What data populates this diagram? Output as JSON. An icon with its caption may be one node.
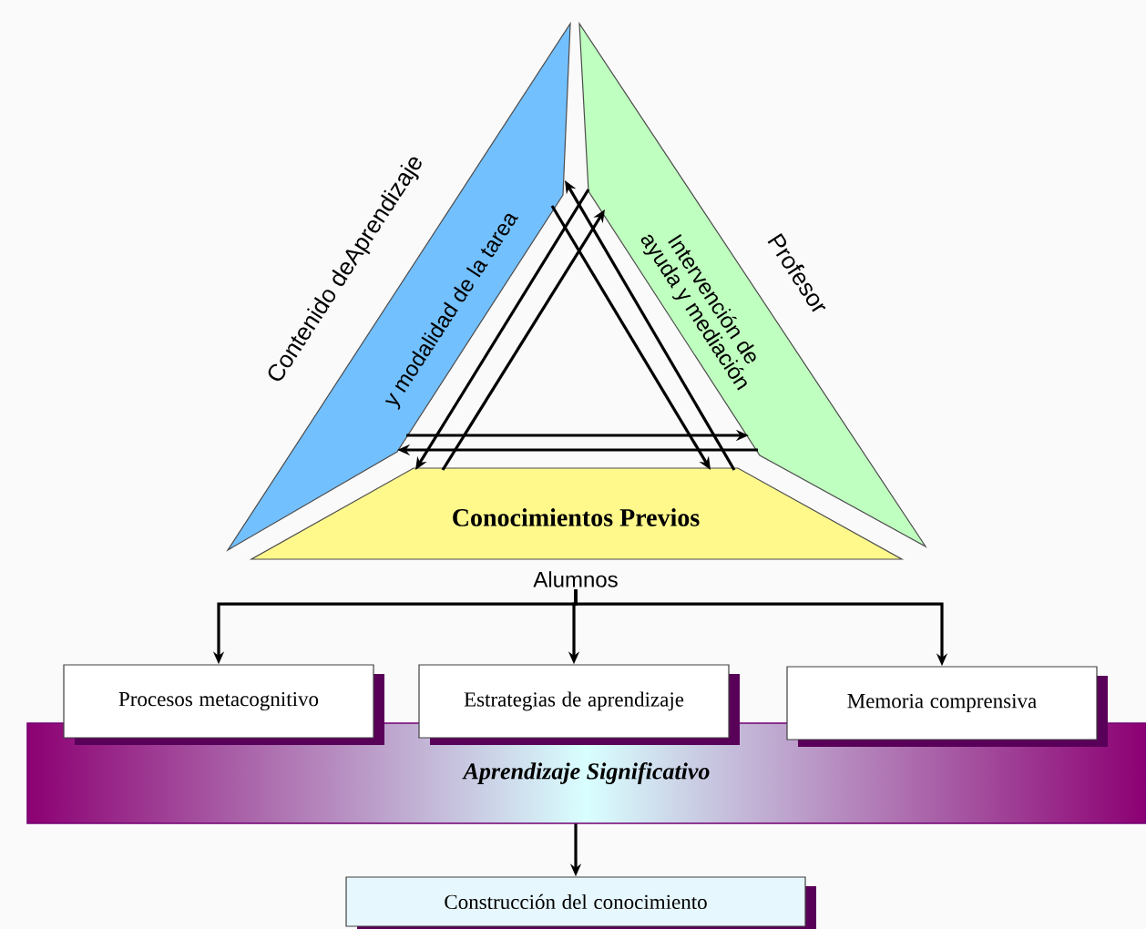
{
  "diagram": {
    "nodes": [
      {
        "text": [
          "y modalidad de la tarea"
        ],
        "beside": [
          "Contenido deAprendizaje"
        ]
      },
      {
        "text": [
          "Intervención de ayuda y mediación"
        ],
        "beside": [
          "Profesor"
        ]
      },
      {
        "text": [
          "Conocimientos Previos"
        ],
        "beside": [
          "Alumnos"
        ]
      },
      {
        "text": [
          "Aprendizaje Significativo"
        ]
      },
      {
        "text": [
          "Procesos metacognitivo"
        ]
      },
      {
        "text": [
          "Estrategias de aprendizaje"
        ]
      },
      {
        "text": [
          "Memoria comprensiva"
        ]
      },
      {
        "text": [
          "Construcción del conocimiento"
        ]
      }
    ],
    "edges": [
      {
        "from": 0,
        "to": 1,
        "arrow": "to"
      },
      {
        "from": 1,
        "to": 0,
        "arrow": "to"
      },
      {
        "from": 1,
        "to": 2,
        "arrow": "to"
      },
      {
        "from": 2,
        "to": 1,
        "arrow": "to"
      },
      {
        "from": 0,
        "to": 2,
        "arrow": "to"
      },
      {
        "from": 2,
        "to": 0,
        "arrow": "to"
      },
      {
        "from": 2,
        "to": 4,
        "arrow": "to"
      },
      {
        "from": 2,
        "to": 5,
        "arrow": "to"
      },
      {
        "from": 2,
        "to": 6,
        "arrow": "to"
      },
      {
        "from": 3,
        "to": 7,
        "arrow": "to"
      }
    ]
  }
}
